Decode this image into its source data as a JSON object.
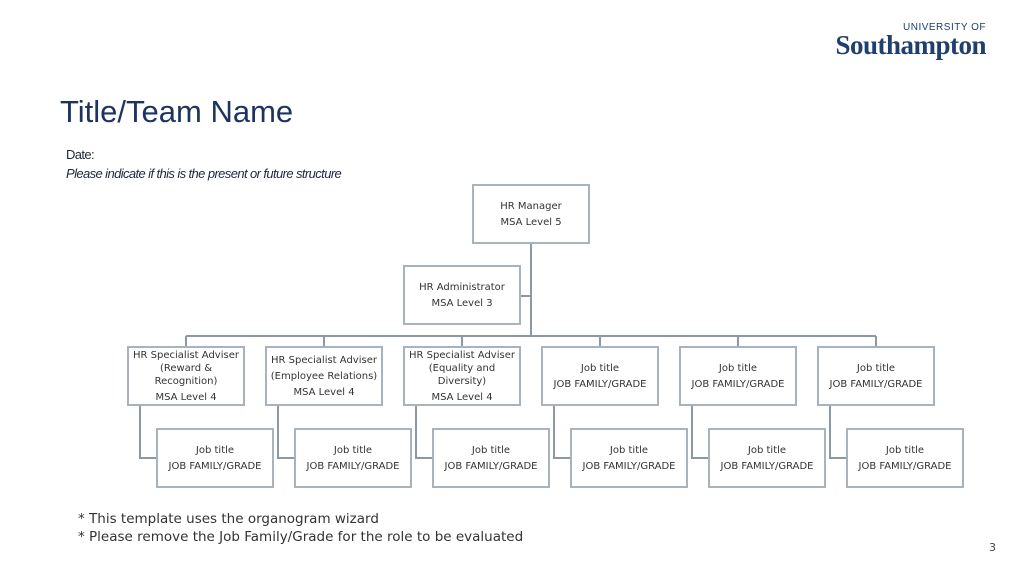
{
  "logo": {
    "top_text": "UNIVERSITY OF",
    "main_text": "Southampton"
  },
  "header": {
    "title": "Title/Team Name",
    "date_label": "Date:",
    "structure_note": "Please indicate if this is the present or future structure"
  },
  "org": {
    "manager": {
      "title": "HR Manager",
      "grade": "MSA Level 5"
    },
    "administrator": {
      "title": "HR Administrator",
      "grade": "MSA Level 3"
    },
    "row1": [
      {
        "title": "HR Specialist Adviser",
        "detail": "(Reward & Recognition)",
        "grade": "MSA Level 4"
      },
      {
        "title": "HR Specialist Adviser",
        "detail": "(Employee Relations)",
        "grade": "MSA Level 4"
      },
      {
        "title": "HR Specialist Adviser",
        "detail": "(Equality and Diversity)",
        "grade": "MSA Level 4"
      },
      {
        "title": "Job title",
        "grade": "JOB FAMILY/GRADE"
      },
      {
        "title": "Job title",
        "grade": "JOB FAMILY/GRADE"
      },
      {
        "title": "Job title",
        "grade": "JOB FAMILY/GRADE"
      }
    ],
    "row2": [
      {
        "title": "Job title",
        "grade": "JOB FAMILY/GRADE"
      },
      {
        "title": "Job title",
        "grade": "JOB FAMILY/GRADE"
      },
      {
        "title": "Job title",
        "grade": "JOB FAMILY/GRADE"
      },
      {
        "title": "Job title",
        "grade": "JOB FAMILY/GRADE"
      },
      {
        "title": "Job title",
        "grade": "JOB FAMILY/GRADE"
      },
      {
        "title": "Job title",
        "grade": "JOB FAMILY/GRADE"
      }
    ]
  },
  "footnotes": [
    "* This template uses the organogram wizard",
    "* Please remove the Job Family/Grade for the role to be evaluated"
  ],
  "page_number": "3",
  "colors": {
    "title": "#1d3461",
    "box_border": "#a9b3bd",
    "connector": "#8c98a4"
  }
}
